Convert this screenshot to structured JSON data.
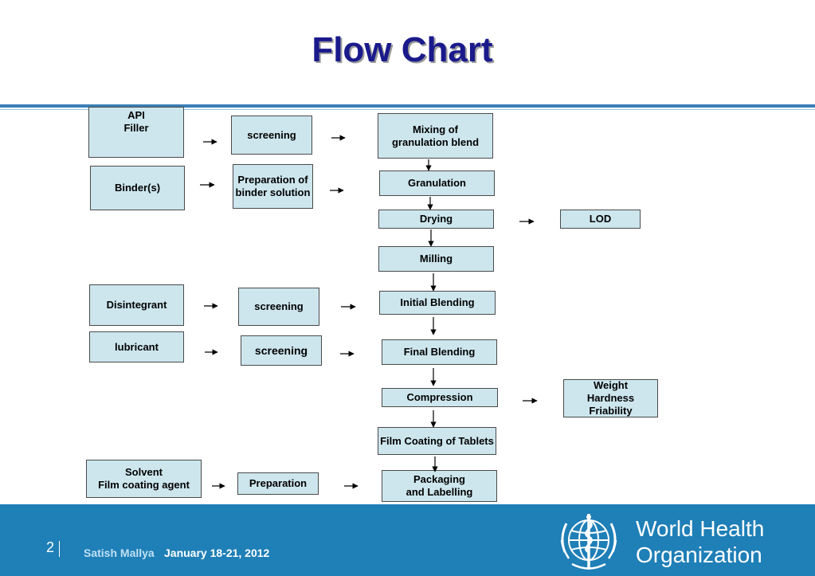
{
  "slide": {
    "title": "Flow Chart"
  },
  "boxes": {
    "api_filler": "API\nFiller",
    "binder": "Binder(s)",
    "disintegrant": "Disintegrant",
    "lubricant": "lubricant",
    "solvent": "Solvent\nFilm coating agent",
    "screening_1": "screening",
    "binder_prep": "Preparation of\nbinder solution",
    "screening_2": "screening",
    "screening_3": "screening",
    "preparation": "Preparation",
    "mixing": "Mixing of\ngranulation blend",
    "granulation": "Granulation",
    "drying": "Drying",
    "milling": "Milling",
    "initial_blending": "Initial Blending",
    "final_blending": "Final Blending",
    "compression": "Compression",
    "film_coating": "Film Coating of Tablets",
    "packaging": "Packaging\nand Labelling",
    "lod": "LOD",
    "tests": "Weight\nHardness\nFriability"
  },
  "footer": {
    "page_number": "2",
    "author": "Satish Mallya",
    "date": "January 18-21, 2012",
    "organization": "World Health\nOrganization"
  },
  "colors": {
    "title": "#1a1a8c",
    "box_fill": "#cde6ee",
    "footer_bg": "#1f7fb7",
    "rule": "#3a7fb5"
  }
}
